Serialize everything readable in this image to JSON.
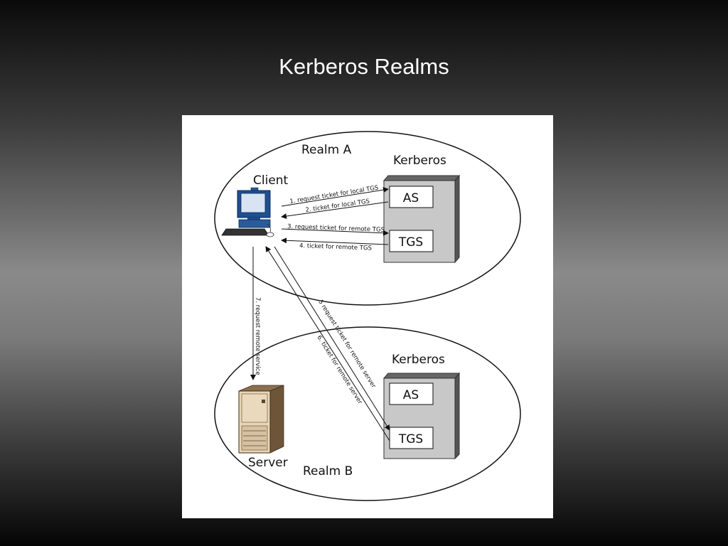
{
  "slide": {
    "title": "Kerberos Realms"
  },
  "diagram": {
    "realm_a": {
      "label": "Realm A",
      "kerberos_label": "Kerberos",
      "as_label": "AS",
      "tgs_label": "TGS",
      "client_label": "Client"
    },
    "realm_b": {
      "label": "Realm B",
      "kerberos_label": "Kerberos",
      "as_label": "AS",
      "tgs_label": "TGS",
      "server_label": "Server"
    },
    "arrows": {
      "step1": "1. request ticket for local TGS",
      "step2": "2. ticket for local TGS",
      "step3": "3. request ticket for remote TGS",
      "step4": "4. ticket for remote TGS",
      "step5": "5 request ticket for remote server",
      "step6": "6. ticket for remote server",
      "step7": "7. request remote service"
    }
  }
}
